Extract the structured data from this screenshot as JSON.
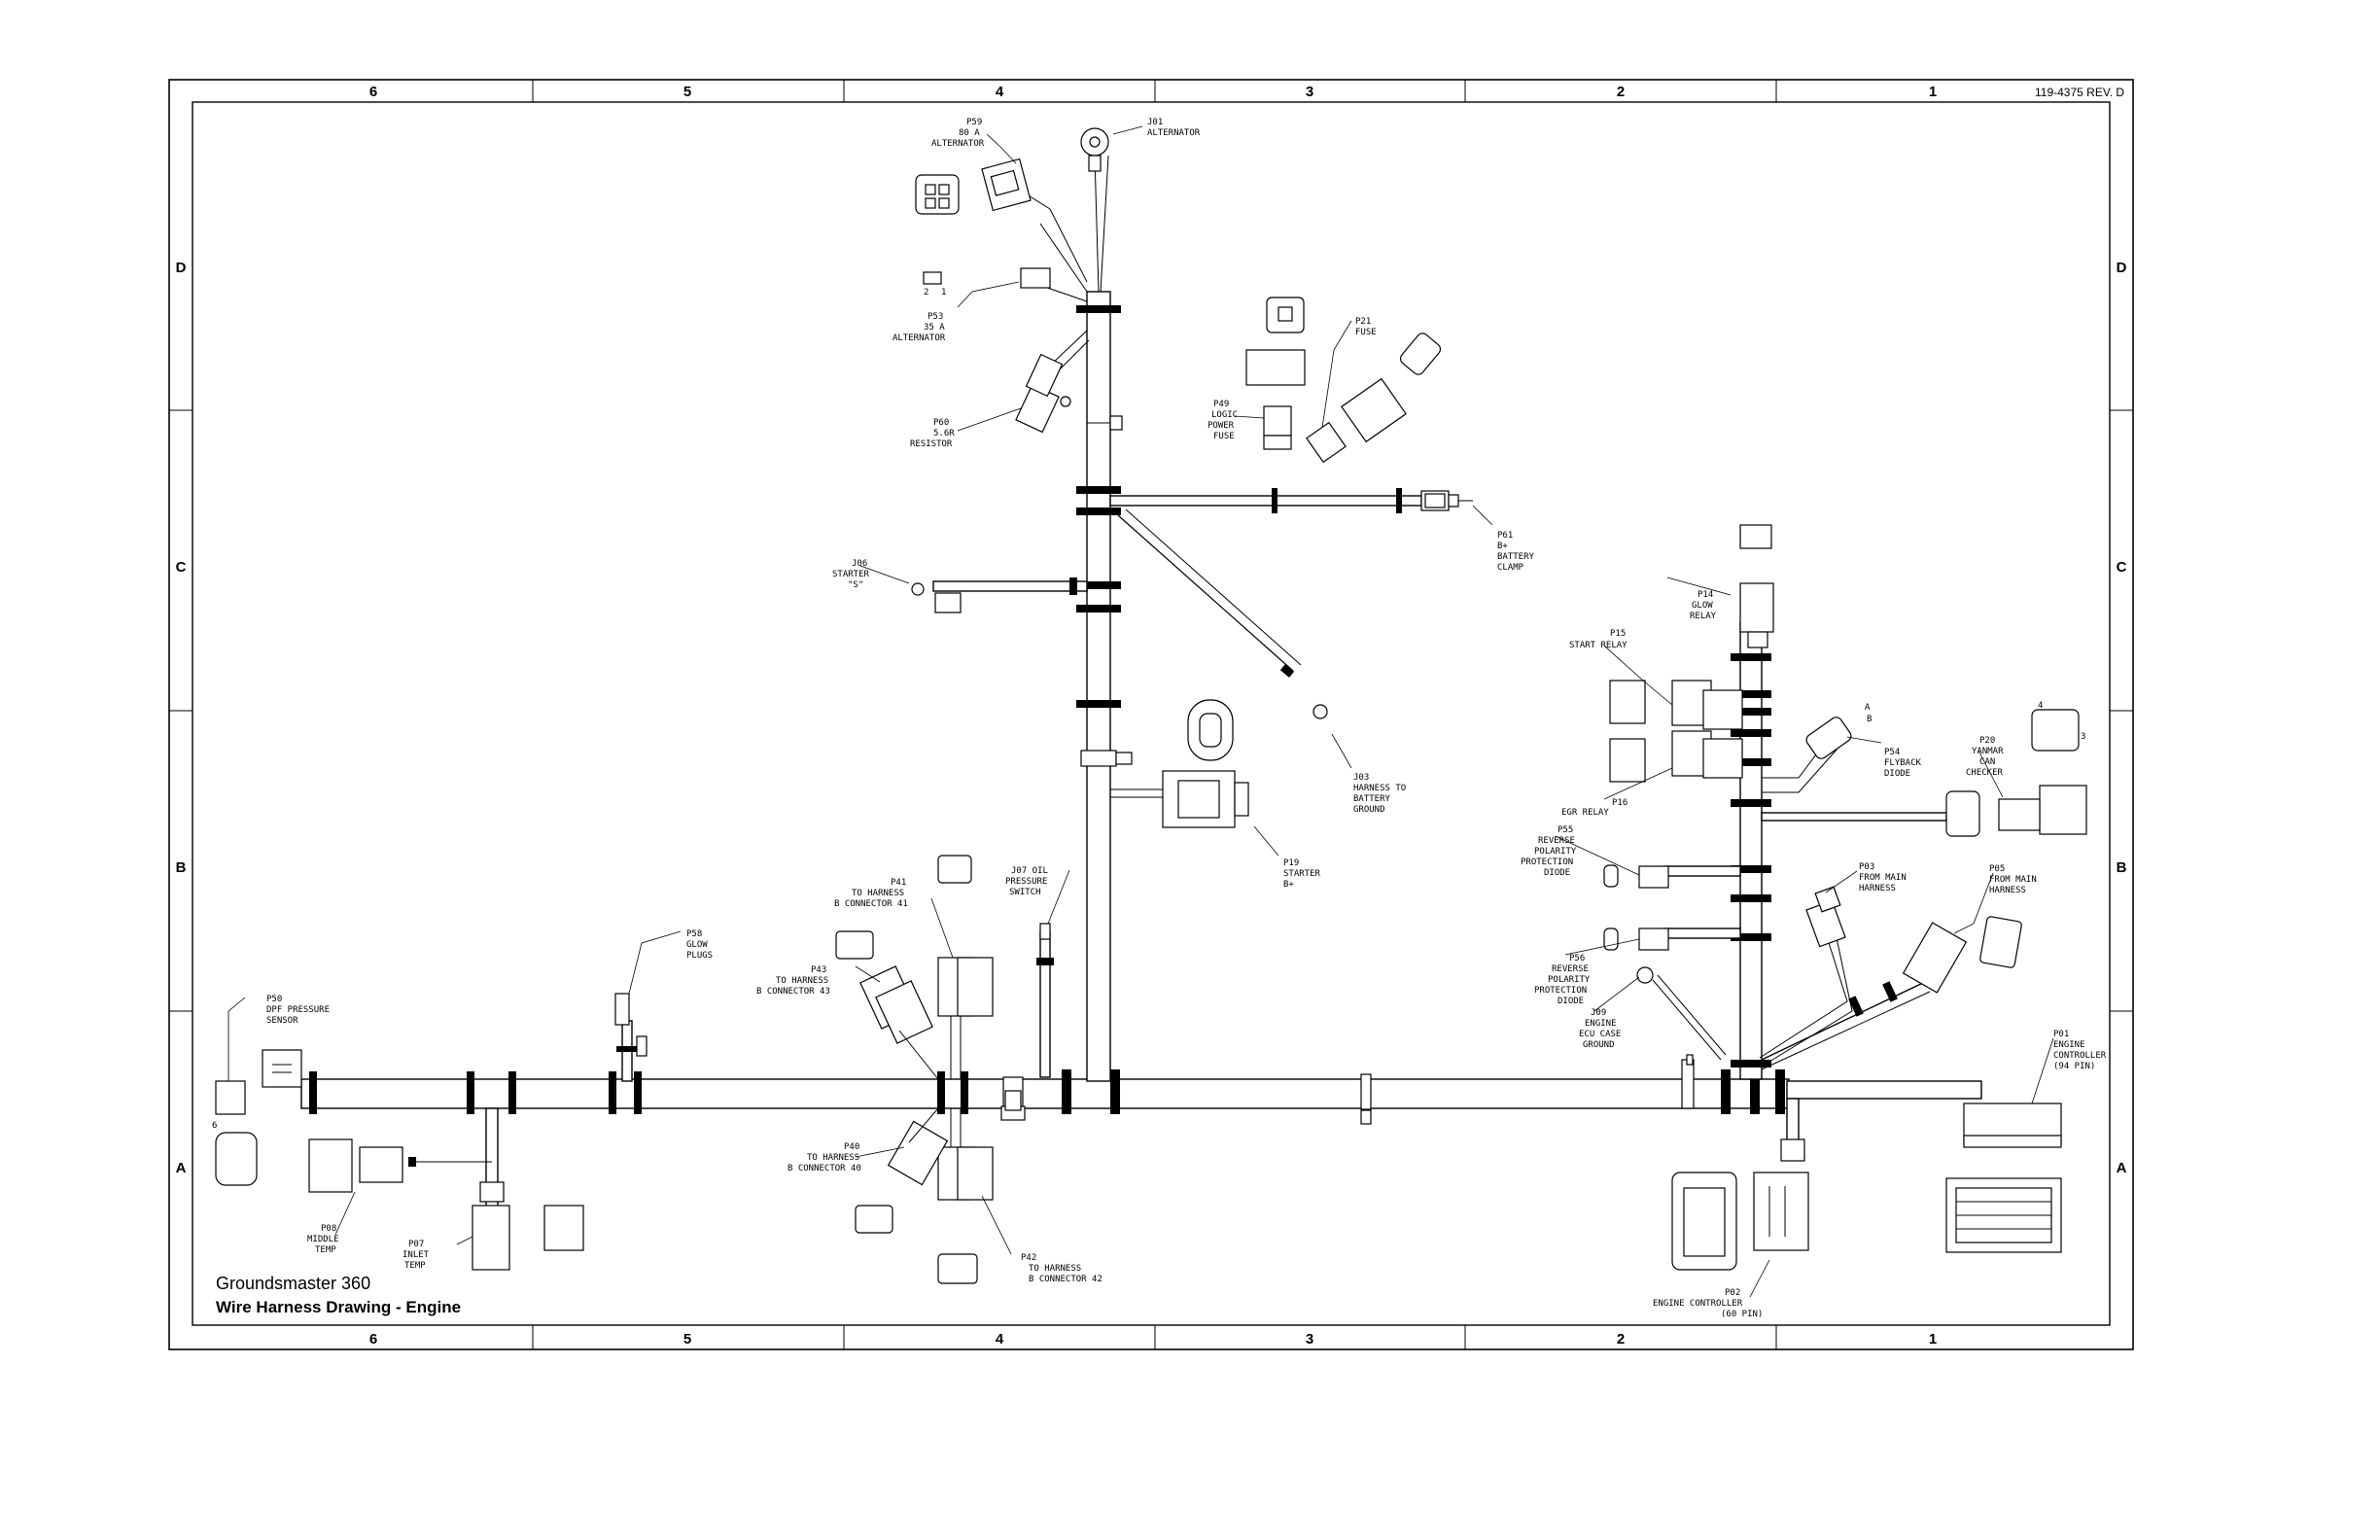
{
  "drawing": {
    "number": "119-4375 REV. D",
    "title": "Groundsmaster 360",
    "subtitle": "Wire Harness Drawing -  Engine"
  },
  "zones": {
    "columns": [
      "6",
      "5",
      "4",
      "3",
      "2",
      "1"
    ],
    "rows": [
      "D",
      "C",
      "B",
      "A"
    ]
  },
  "labels": {
    "p59": [
      "P59",
      "80 A",
      "ALTERNATOR"
    ],
    "j01": [
      "J01",
      "ALTERNATOR"
    ],
    "p53": [
      "P53",
      "35 A",
      "ALTERNATOR"
    ],
    "p60": [
      "P60",
      "5.6R",
      "RESISTOR"
    ],
    "p21": [
      "P21",
      "FUSE"
    ],
    "p49": [
      "P49",
      "LOGIC",
      "POWER",
      "FUSE"
    ],
    "p61": [
      "P61",
      "B+",
      "BATTERY",
      "CLAMP"
    ],
    "j06": [
      "J06",
      "STARTER",
      "\"S\""
    ],
    "j03": [
      "J03",
      "HARNESS TO",
      "BATTERY",
      "GROUND"
    ],
    "p19": [
      "P19",
      "STARTER",
      "B+"
    ],
    "p14": [
      "P14",
      "GLOW",
      "RELAY"
    ],
    "p15": [
      "P15",
      "START RELAY"
    ],
    "p16": [
      "P16",
      "EGR RELAY"
    ],
    "p54": [
      "P54",
      "FLYBACK",
      "DIODE"
    ],
    "p20": [
      "P20",
      "YANMAR",
      "CAN",
      "CHECKER"
    ],
    "p55": [
      "P55",
      "REVERSE",
      "POLARITY",
      "PROTECTION",
      "DIODE"
    ],
    "p56": [
      "P56",
      "REVERSE",
      "POLARITY",
      "PROTECTION",
      "DIODE"
    ],
    "j09": [
      "J09",
      "ENGINE",
      "ECU CASE",
      "GROUND"
    ],
    "p03": [
      "P03",
      "FROM MAIN",
      "HARNESS"
    ],
    "p05": [
      "P05",
      "FROM MAIN",
      "HARNESS"
    ],
    "p01": [
      "P01",
      "ENGINE",
      "CONTROLLER",
      "(94 PIN)"
    ],
    "p02": [
      "P02",
      "ENGINE CONTROLLER",
      "(60 PIN)"
    ],
    "j07": [
      "J07  OIL",
      "PRESSURE",
      "SWITCH"
    ],
    "p41": [
      "P41",
      "TO HARNESS",
      "B CONNECTOR 41"
    ],
    "p43": [
      "P43",
      "TO HARNESS",
      "B CONNECTOR 43"
    ],
    "p40": [
      "P40",
      "TO HARNESS",
      "B CONNECTOR 40"
    ],
    "p42": [
      "P42",
      "TO HARNESS",
      "B CONNECTOR 42"
    ],
    "p58": [
      "P58",
      "GLOW",
      "PLUGS"
    ],
    "p50": [
      "P50",
      "DPF PRESSURE",
      "SENSOR"
    ],
    "p08": [
      "P08",
      "MIDDLE",
      "TEMP"
    ],
    "p07": [
      "P07",
      "INLET",
      "TEMP"
    ]
  },
  "pin_marks": {
    "a": "A",
    "b": "B",
    "n1": "1",
    "n2": "2",
    "n3": "3",
    "n4": "4",
    "n6": "6"
  }
}
